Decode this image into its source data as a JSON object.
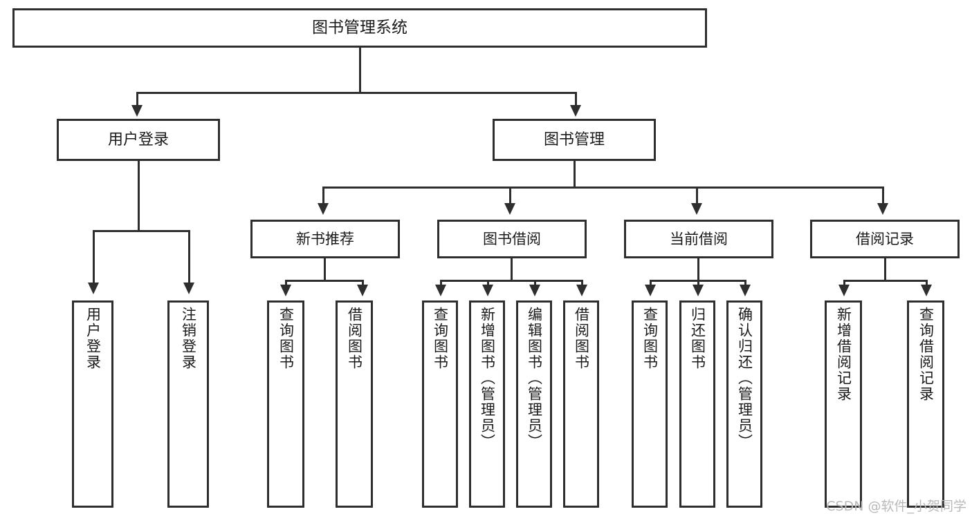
{
  "diagram": {
    "title": "图书管理系统",
    "type": "tree",
    "root": {
      "label": "图书管理系统"
    },
    "level2": [
      {
        "label": "用户登录"
      },
      {
        "label": "图书管理"
      }
    ],
    "level3": [
      {
        "label": "新书推荐"
      },
      {
        "label": "图书借阅"
      },
      {
        "label": "当前借阅"
      },
      {
        "label": "借阅记录"
      }
    ],
    "leaves": {
      "user_login": [
        {
          "label": "用户登录"
        },
        {
          "label": "注销登录"
        }
      ],
      "new_book_recommend": [
        {
          "label": "查询图书"
        },
        {
          "label": "借阅图书"
        }
      ],
      "book_borrow": [
        {
          "label": "查询图书"
        },
        {
          "label": "新增图书（管理员）"
        },
        {
          "label": "编辑图书（管理员）"
        },
        {
          "label": "借阅图书"
        }
      ],
      "current_borrow": [
        {
          "label": "查询图书"
        },
        {
          "label": "归还图书"
        },
        {
          "label": "确认归还（管理员）"
        }
      ],
      "borrow_record": [
        {
          "label": "新增借阅记录"
        },
        {
          "label": "查询借阅记录"
        }
      ]
    }
  },
  "watermark": {
    "text": "CSDN @软件_小贺同学"
  },
  "colors": {
    "stroke": "#2e2e2e",
    "fill": "#ffffff",
    "text": "#1a1a1a",
    "watermark": "#b9b9b9"
  }
}
